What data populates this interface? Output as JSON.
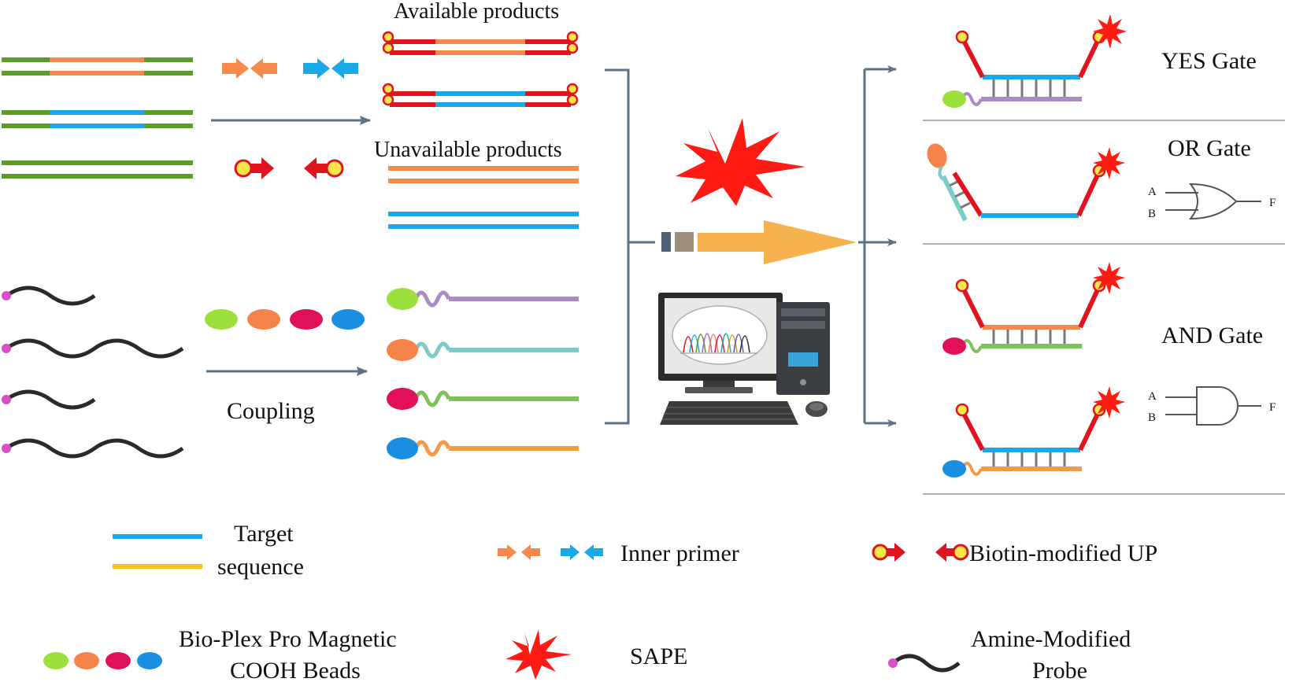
{
  "labels": {
    "available_products": "Available products",
    "unavailable_products": "Unavailable products",
    "coupling": "Coupling",
    "yes_gate": "YES Gate",
    "or_gate": "OR Gate",
    "and_gate": "AND Gate",
    "gate_input_a": "A",
    "gate_input_b": "B",
    "gate_output_f": "F"
  },
  "legend": {
    "target_line1": "Target",
    "target_line2": "sequence",
    "inner_primer": "Inner primer",
    "biotin_up": "Biotin-modified UP",
    "beads_line1": "Bio-Plex Pro Magnetic",
    "beads_line2": "COOH Beads",
    "sape": "SAPE",
    "probe_line1": "Amine-Modified",
    "probe_line2": "Probe"
  },
  "colors": {
    "green_strand": "#5a9e2a",
    "orange_target": "#f58a4c",
    "blue_target": "#1aa9e6",
    "red_primer": "#e0141e",
    "biotin_yellow": "#f7e64a",
    "probe_black": "#2a2a2a",
    "probe_tip": "#d84fc6",
    "bead_green": "#9be03c",
    "bead_orange": "#f5834a",
    "bead_magenta": "#e0105a",
    "bead_blue": "#1a8ee0",
    "arrow_slate": "#5e7185",
    "flow_arrow": "#f6b24e",
    "legend_yellow": "#f6c21c",
    "sape_red": "#ff1a14"
  },
  "icons": [
    "sape-star-icon",
    "flow-cytometer-icon",
    "computer-icon",
    "or-gate-icon",
    "and-gate-icon"
  ]
}
